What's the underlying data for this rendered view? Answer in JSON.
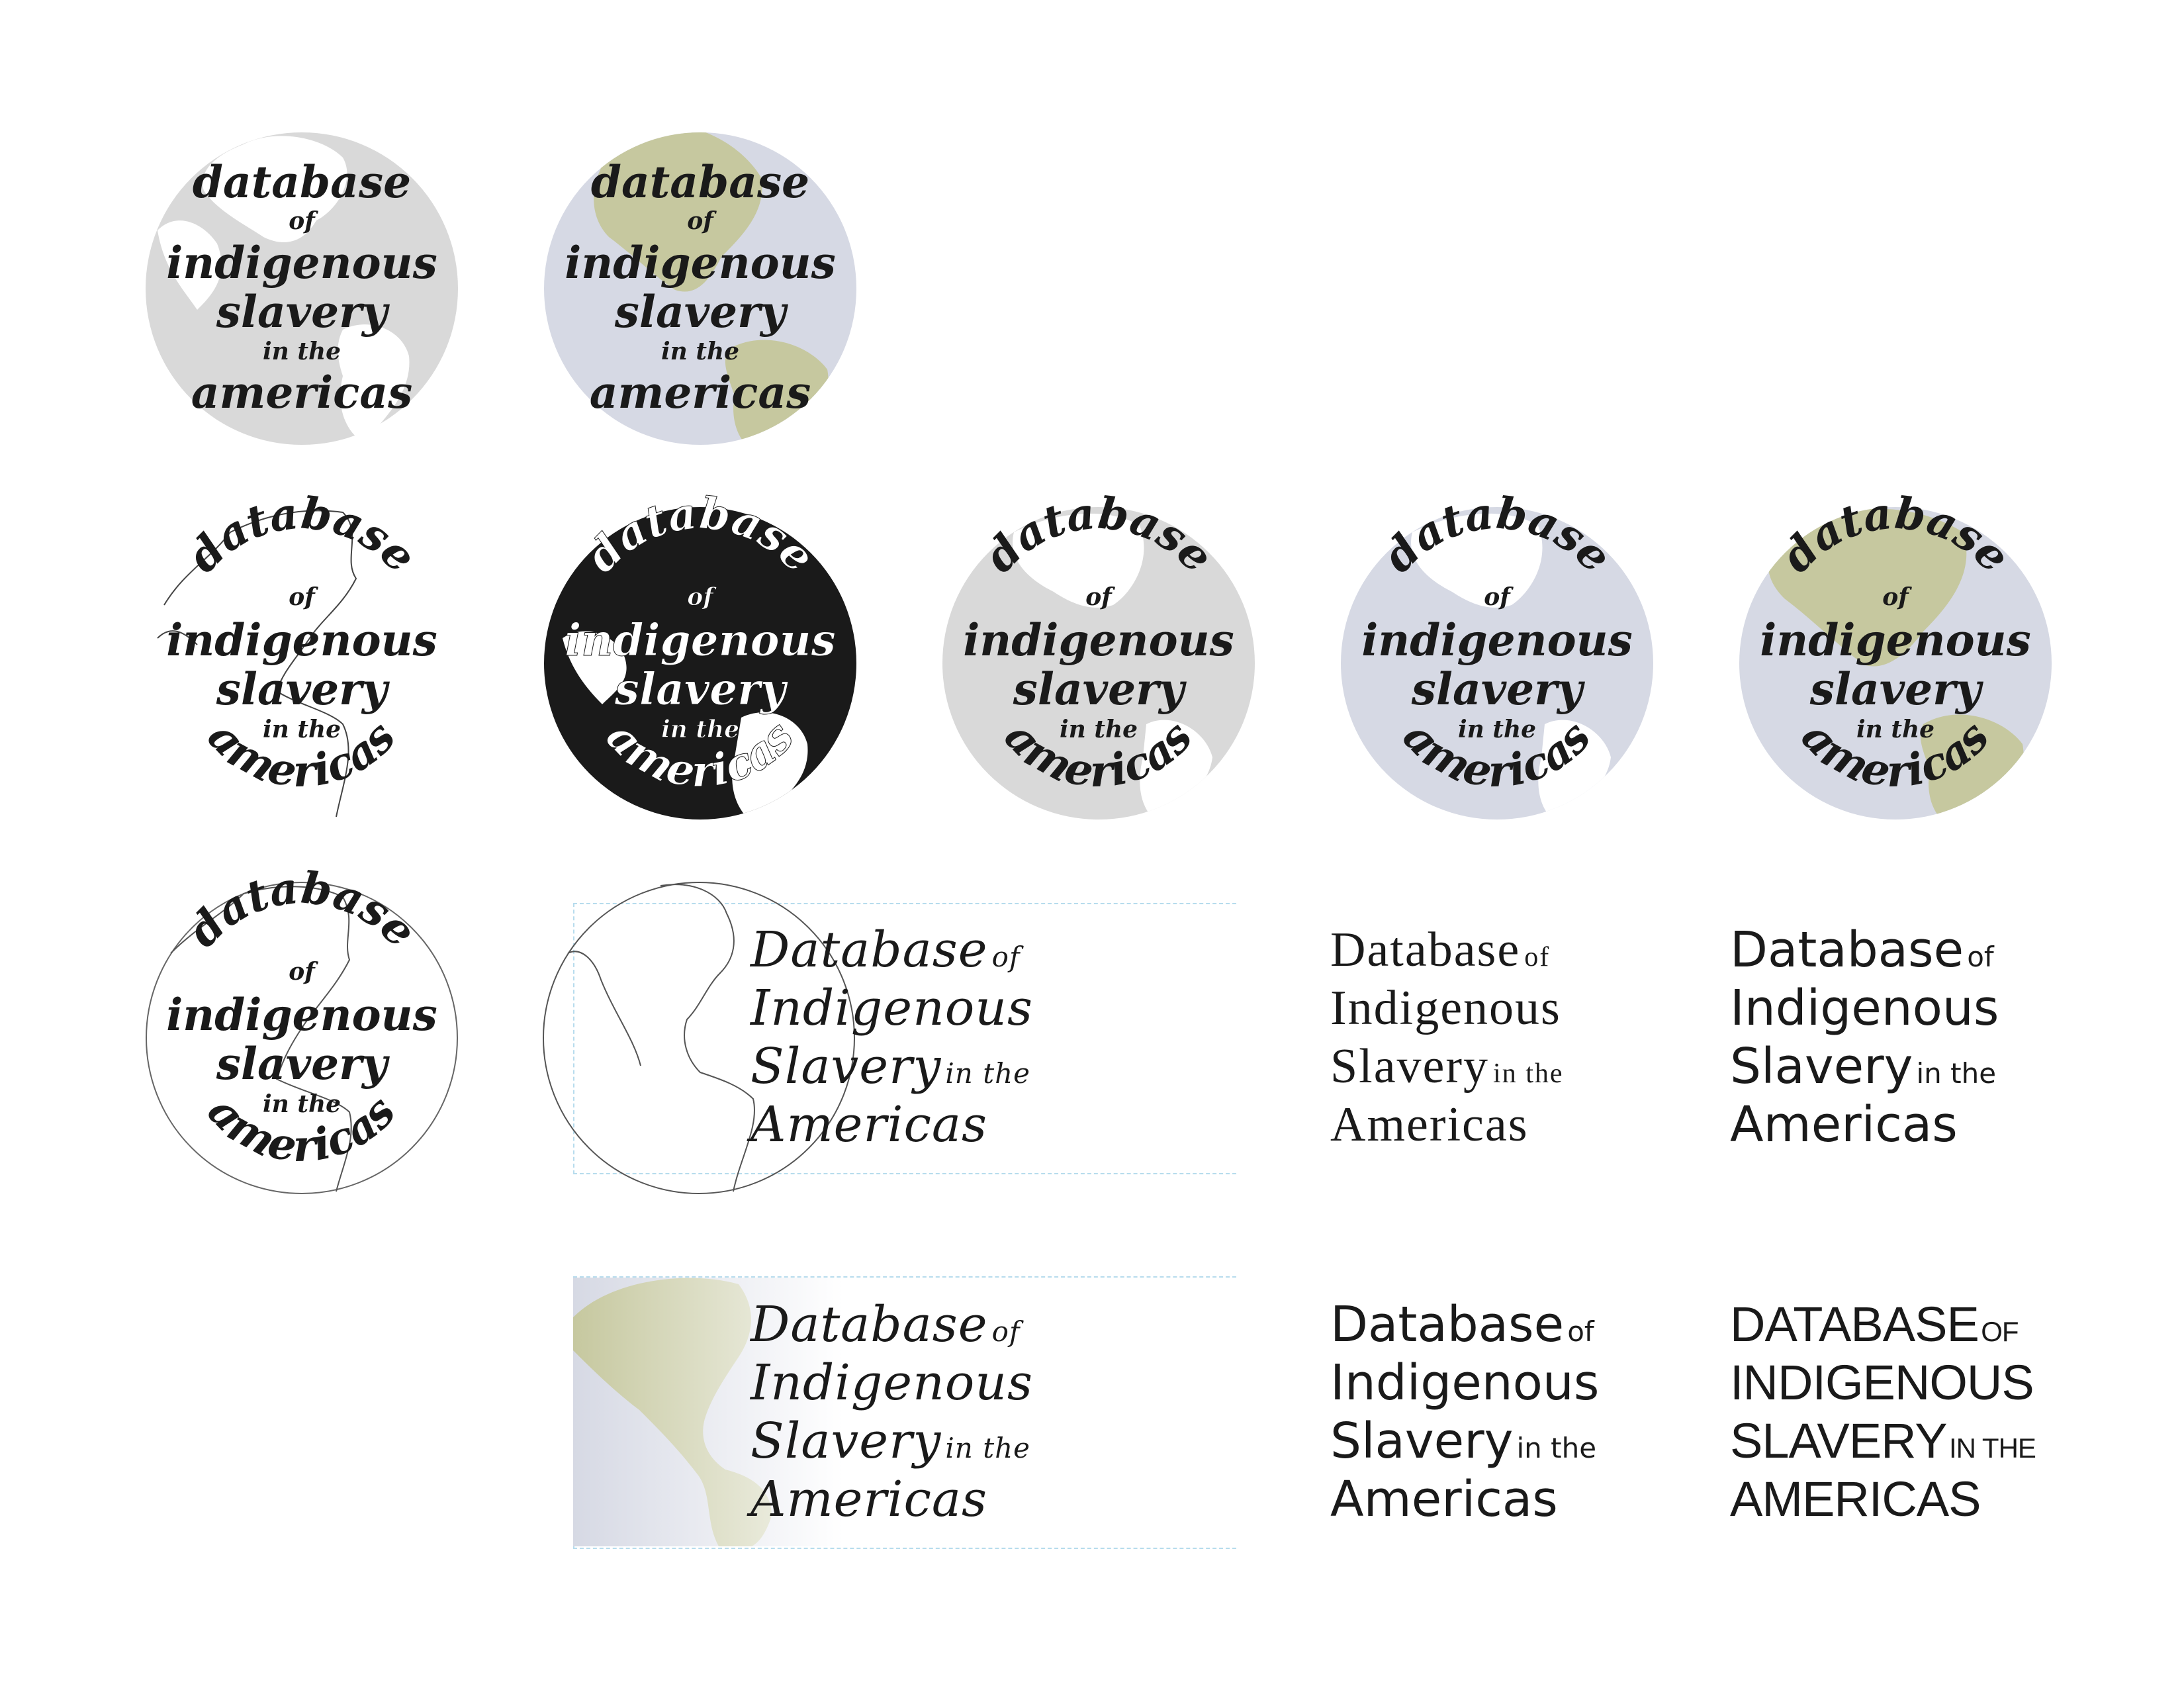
{
  "colors": {
    "ink": "#1a1a1a",
    "grey_fill": "#d9d9d9",
    "ocean": "#d6d9e4",
    "land": "#c6c89f",
    "guide": "#b7dced"
  },
  "icons": [
    "globe-icon"
  ],
  "circle_logo": {
    "line1": "database",
    "line2": "of",
    "line3": "indigenous",
    "line4": "slavery",
    "line5": "in the",
    "line6": "americas"
  },
  "wordmark": {
    "line1_main": "Database",
    "line1_small": "of",
    "line2_main": "Indigenous",
    "line3_main": "Slavery",
    "line3_small": "in the",
    "line4_main": "Americas"
  },
  "wordmark_caps": {
    "line1_main": "DATABASE",
    "line1_small": "OF",
    "line2_main": "INDIGENOUS",
    "line3_main": "SLAVERY",
    "line3_small": "IN THE",
    "line4_main": "AMERICAS"
  }
}
